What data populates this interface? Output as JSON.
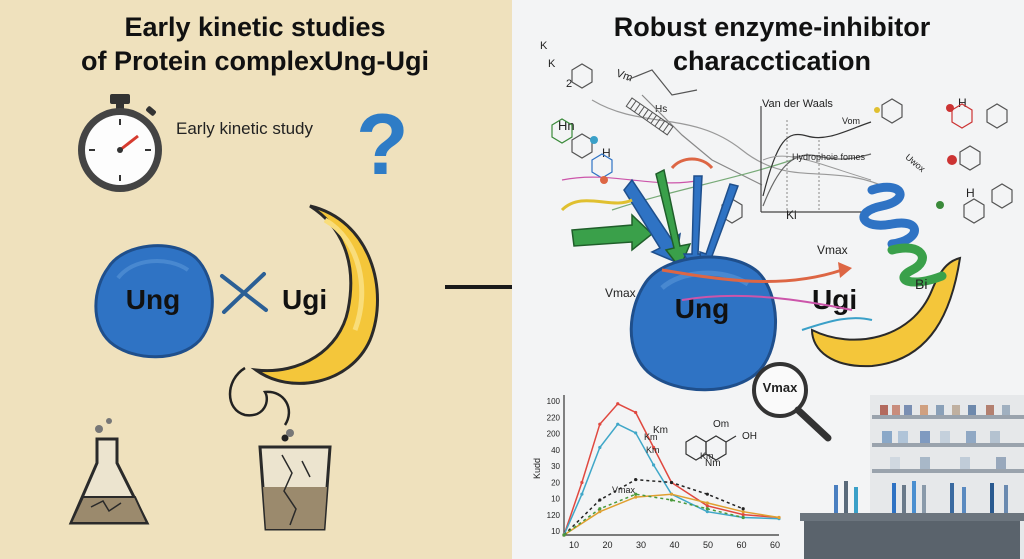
{
  "left_panel": {
    "title_line1": "Early kinetic studies",
    "title_line2": "of Protein complexUng-Ugi",
    "stopwatch_label": "Early kinetic study",
    "question_mark": "?",
    "ung_label": "Ung",
    "ugi_label": "Ugi"
  },
  "right_panel": {
    "title_line1": "Robust enzyme-inhibitor",
    "title_line2": "characctication",
    "ung_label": "Ung",
    "ugi_label": "Ugi",
    "vmax_left": "Vmax",
    "vmax_right": "Vmax",
    "bi_label": "Bi",
    "magnifier_label": "Vmax",
    "inset_labels": {
      "van_der_waals": "Van der Waals",
      "vom": "Vom",
      "hydrophobic": "Hydrophoie fomes",
      "ki": "Ki"
    },
    "scribbles": {
      "k1": "K",
      "k2": "K",
      "two": "2",
      "vm": "Vm",
      "hn": "Hn",
      "hs": "Hs",
      "h1": "H",
      "h2": "H",
      "h3": "H",
      "uwox": "Uwox"
    },
    "molecule_labels": {
      "om": "Om",
      "oh": "OH",
      "nm": "Nm"
    }
  },
  "chart_data": {
    "type": "line",
    "ylabel": "Kudd",
    "x_ticks": [
      "10",
      "20",
      "30",
      "40",
      "50",
      "60",
      "60"
    ],
    "y_ticks": [
      "10",
      "120",
      "10",
      "20",
      "30",
      "40",
      "200",
      "220",
      "100"
    ],
    "annotations": [
      "Km",
      "Km",
      "Km",
      "Km",
      "Vmax"
    ],
    "series": [
      {
        "color": "#e0483f",
        "style": "solid",
        "x": [
          0,
          5,
          10,
          15,
          20,
          25,
          30,
          40,
          50,
          60
        ],
        "y": [
          0,
          90,
          190,
          225,
          210,
          150,
          90,
          50,
          35,
          30
        ]
      },
      {
        "color": "#3fa7c8",
        "style": "solid",
        "x": [
          0,
          5,
          10,
          15,
          20,
          25,
          30,
          40,
          50,
          60
        ],
        "y": [
          0,
          70,
          150,
          190,
          175,
          120,
          70,
          40,
          30,
          28
        ]
      },
      {
        "color": "#e0a030",
        "style": "solid",
        "x": [
          0,
          10,
          20,
          30,
          40,
          50,
          60
        ],
        "y": [
          0,
          40,
          65,
          70,
          55,
          40,
          30
        ]
      },
      {
        "color": "#222222",
        "style": "dashed",
        "x": [
          0,
          10,
          20,
          30,
          40,
          50
        ],
        "y": [
          0,
          60,
          95,
          90,
          70,
          45
        ]
      },
      {
        "color": "#4a9a3c",
        "style": "dashed",
        "x": [
          0,
          10,
          20,
          30,
          40,
          50
        ],
        "y": [
          0,
          45,
          70,
          60,
          45,
          30
        ]
      }
    ]
  },
  "colors": {
    "left_background": "#efe1bd",
    "right_background": "#f3f4f5",
    "ung_blue": "#2f73c4",
    "ugi_yellow": "#f4c63a",
    "arrow_black": "#1a1a1a"
  }
}
